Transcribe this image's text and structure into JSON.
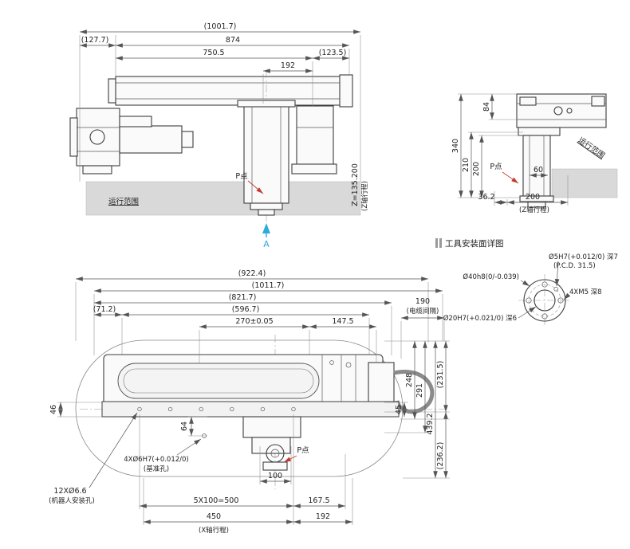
{
  "colors": {
    "line": "#3d3d3d",
    "dimension": "#555555",
    "range_fill": "#d9d9d9",
    "accent_red": "#c23b2f",
    "accent_cyan": "#2eaadc"
  },
  "side_view": {
    "dim_overall": "(1001.7)",
    "dim_left_offset": "(127.7)",
    "dim_874": "874",
    "dim_750_5": "750.5",
    "dim_192": "192",
    "dim_right_offset": "(123.5)",
    "z_stroke": "Z=135.200",
    "z_stroke_note": "(Z轴行程)",
    "p_point": "P点",
    "range_label": "运行范围",
    "section_mark": "A"
  },
  "end_view": {
    "dim_340": "340",
    "dim_210": "210",
    "dim_200": "200",
    "dim_84": "84",
    "dim_60": "60",
    "dim_36_2": "36.2",
    "dim_z_stroke": "200",
    "z_stroke_note": "(Z轴行程)",
    "p_point": "P点",
    "range_label": "运行范围"
  },
  "tool_detail": {
    "title": "工具安装面详图",
    "hole_dowel": "Ø5H7(+0.012/0) 深7",
    "pcd": "(P.C.D. 31.5)",
    "flange_od": "Ø40h8(0/-0.039)",
    "tap_holes": "4XM5 深8",
    "center_bore": "Ø20H7(+0.021/0) 深6"
  },
  "top_view": {
    "dim_922_4": "(922.4)",
    "dim_1011_7": "(1011.7)",
    "dim_821_7": "(821.7)",
    "dim_71_2": "(71.2)",
    "dim_596_7": "(596.7)",
    "dim_270": "270±0.05",
    "dim_147_5": "147.5",
    "dim_190": "190",
    "cable_note": "(电缆间隔)",
    "dim_248": "248",
    "dim_291": "291",
    "dim_231_5": "(231.5)",
    "dim_45": "45",
    "dim_439_2": "439.2",
    "dim_236_2": "(236.2)",
    "dim_46": "46",
    "dim_64": "64",
    "datum_holes": "4XØ6H7(+0.012/0)",
    "datum_note": "(基准孔)",
    "p_point": "P点",
    "dim_100": "100",
    "mount_holes": "12XØ6.6",
    "mount_note": "(机器人安装孔)",
    "dim_pitch": "5X100=500",
    "dim_167_5": "167.5",
    "dim_450": "450",
    "x_stroke_note": "(X轴行程)",
    "dim_192": "192"
  }
}
